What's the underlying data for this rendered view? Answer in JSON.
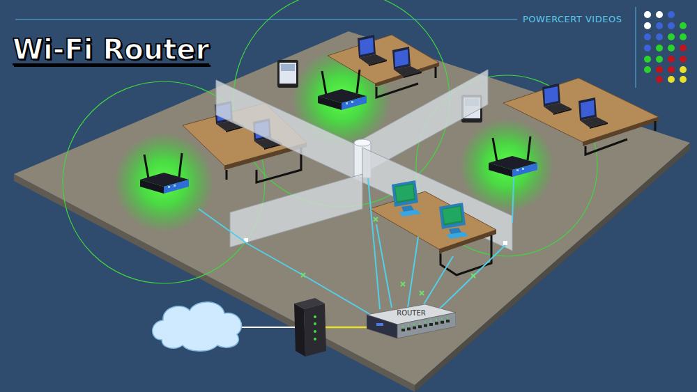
{
  "diagram": {
    "title": "Wi-Fi Router",
    "nodes": [
      {
        "text": [
          "ROUTER"
        ]
      }
    ],
    "labels": [
      "POWERCERT VIDEOS"
    ]
  }
}
